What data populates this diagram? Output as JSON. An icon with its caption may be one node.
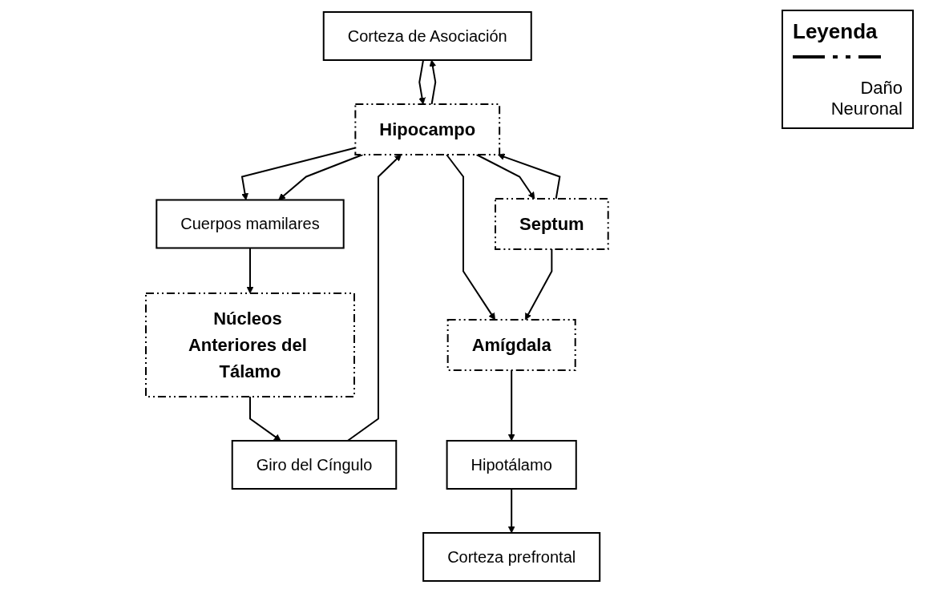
{
  "diagram": {
    "nodes": [
      {
        "text": [
          "Corteza prefrontal"
        ]
      },
      {
        "text": [
          "Corteza de Asociación"
        ]
      },
      {
        "text": [
          "Giro del Cíngulo"
        ]
      },
      {
        "text": [
          "Hipocampo"
        ]
      },
      {
        "text": [
          "Núcleos Anteriores del Tálamo"
        ]
      },
      {
        "text": [
          "Amígdala"
        ]
      },
      {
        "text": [
          "Septum"
        ]
      },
      {
        "text": [
          "Cuerpos mamilares"
        ]
      },
      {
        "text": [
          "Hipotálamo"
        ]
      }
    ],
    "edges": [
      {
        "from": 8,
        "to": 0,
        "arrow": "to"
      },
      {
        "from": 1,
        "to": 3,
        "arrow": "to"
      },
      {
        "from": 3,
        "to": 1,
        "arrow": "to"
      },
      {
        "from": 2,
        "to": 3,
        "arrow": "to"
      },
      {
        "from": 3,
        "to": 5,
        "arrow": "to"
      },
      {
        "from": 4,
        "to": 2,
        "arrow": "to"
      },
      {
        "from": 6,
        "to": 3,
        "arrow": "to"
      },
      {
        "from": 3,
        "to": 6,
        "arrow": "to"
      },
      {
        "from": 6,
        "to": 5,
        "arrow": "to"
      },
      {
        "from": 3,
        "to": 7,
        "arrow": "to"
      },
      {
        "from": 3,
        "to": 7,
        "arrow": "to"
      },
      {
        "from": 7,
        "to": 4,
        "arrow": "to"
      },
      {
        "from": 5,
        "to": 8,
        "arrow": "to"
      }
    ],
    "labels": [
      "Leyenda"
    ],
    "legend": [
      {
        "text": "Daño Neuronal"
      }
    ]
  }
}
